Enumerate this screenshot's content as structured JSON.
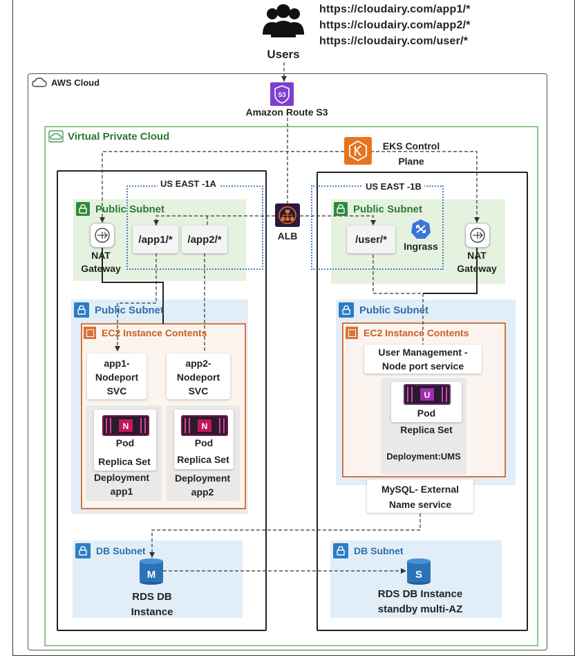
{
  "users": {
    "label": "Users",
    "urls": [
      "https://cloudairy.com/app1/*",
      "https://cloudairy.com/app2/*",
      "https://cloudairy.com/user/*"
    ]
  },
  "aws_cloud": {
    "label": "AWS Cloud"
  },
  "route53": {
    "label": "Amazon Route S3",
    "icon_text": "S3"
  },
  "vpc": {
    "label": "Virtual Private Cloud"
  },
  "eks": {
    "line1": "EKS Control",
    "line2": "Plane"
  },
  "alb": {
    "label": "ALB"
  },
  "az_a": {
    "label": "US EAST -1A",
    "public_subnet_top": "Public Subnet",
    "nat_line1": "NAT",
    "nat_line2": "Gateway",
    "route_app1": "/app1/*",
    "route_app2": "/app2/*",
    "public_subnet_lower": "Public Subnet",
    "ec2_label": "EC2 Instance Contents",
    "svc1": [
      "app1-",
      "Nodeport",
      "SVC"
    ],
    "svc2": [
      "app2-",
      "Nodeport",
      "SVC"
    ],
    "pod1": {
      "icon_letter": "N",
      "pod": "Pod",
      "replica": "Replica Set",
      "deploy1": "Deployment",
      "deploy2": "app1"
    },
    "pod2": {
      "icon_letter": "N",
      "pod": "Pod",
      "replica": "Replica Set",
      "deploy1": "Deployment",
      "deploy2": "app2"
    },
    "db_subnet": "DB Subnet",
    "rds_letter": "M",
    "rds_line1": "RDS DB",
    "rds_line2": "Instance"
  },
  "az_b": {
    "label": "US EAST -1B",
    "public_subnet_top": "Public Subnet",
    "route_user": "/user/*",
    "ingress": "Ingrass",
    "nat_line1": "NAT",
    "nat_line2": "Gateway",
    "public_subnet_lower": "Public Subnet",
    "ec2_label": "EC2 Instance Contents",
    "ums_svc_line1": "User Management -",
    "ums_svc_line2": "Node port service",
    "pod": {
      "icon_letter": "U",
      "pod": "Pod",
      "replica": "Replica Set"
    },
    "deployment": "Deployment:UMS",
    "mysql_line1": "MySQL- External",
    "mysql_line2": "Name service",
    "db_subnet": "DB Subnet",
    "rds_letter": "S",
    "rds_line1": "RDS DB Instance",
    "rds_line2": "standby multi-AZ"
  },
  "colors": {
    "route53": "#7d3fd1",
    "eks": "#e8731f",
    "alb": "#2b1a3f",
    "ingress": "#3b74d8",
    "rds": "#2b73b7",
    "pod": "#c2185b"
  }
}
